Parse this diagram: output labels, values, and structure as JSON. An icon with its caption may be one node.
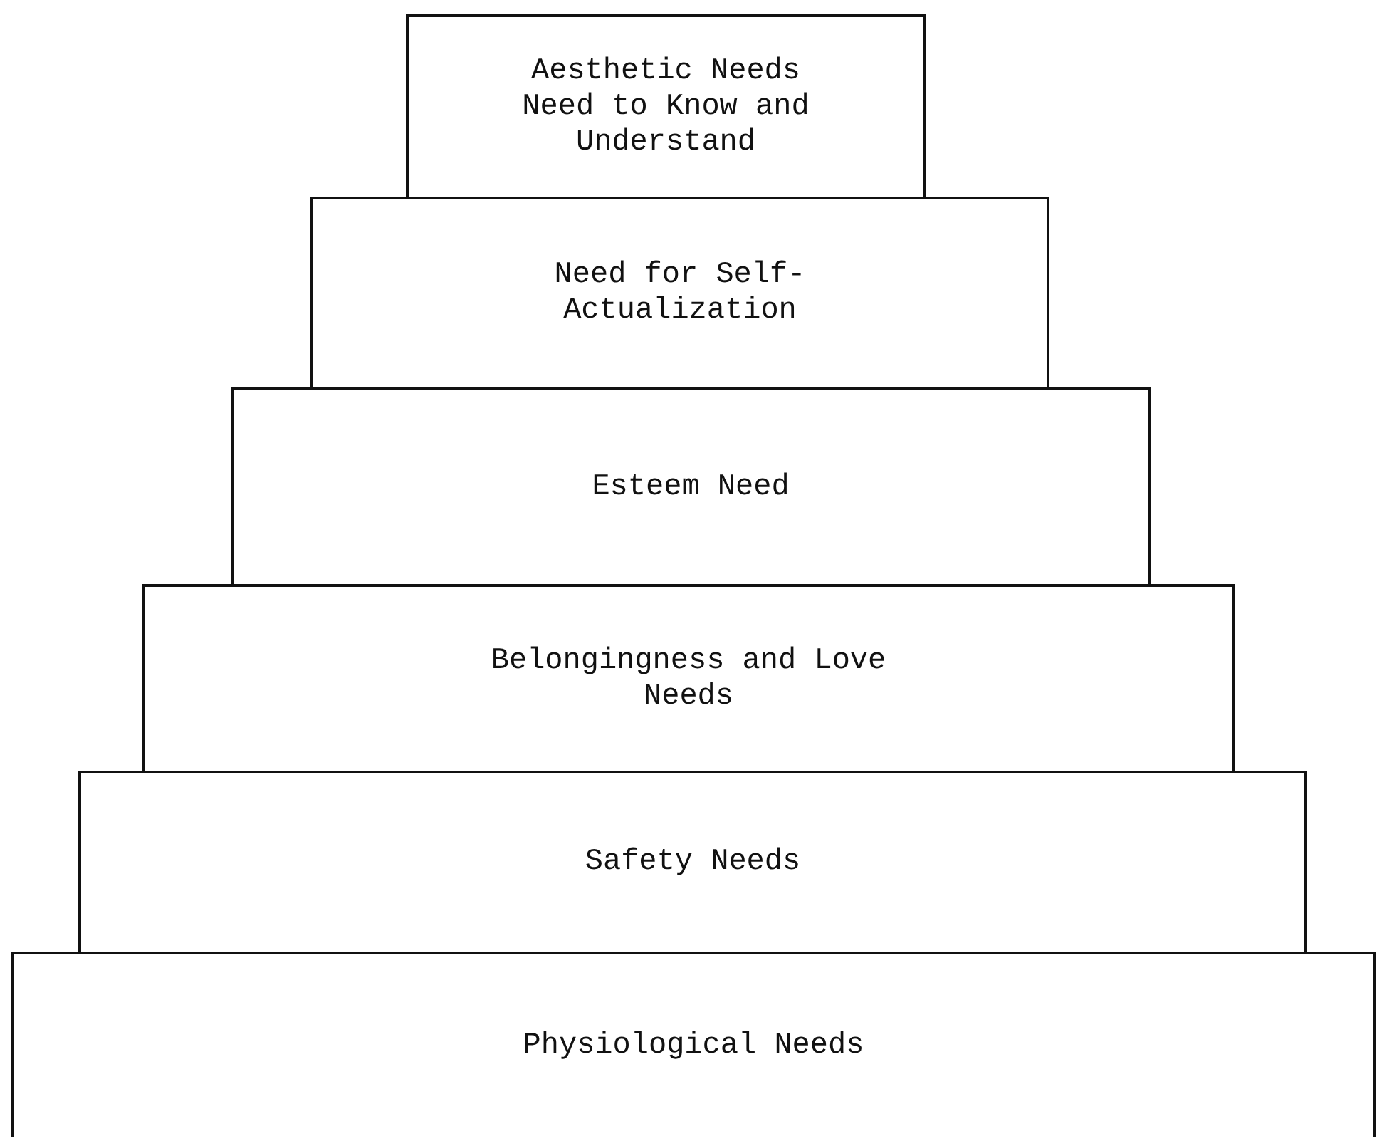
{
  "diagram": {
    "nodes": [
      {
        "text": [
          "Aesthetic Needs",
          "Need to Know and Understand"
        ]
      },
      {
        "text": [
          "Need for Self-Actualization"
        ]
      },
      {
        "text": [
          "Esteem Need"
        ]
      },
      {
        "text": [
          "Belongingness and Love Needs"
        ]
      },
      {
        "text": [
          "Safety Needs"
        ]
      },
      {
        "text": [
          "Physiological Needs"
        ]
      }
    ]
  }
}
